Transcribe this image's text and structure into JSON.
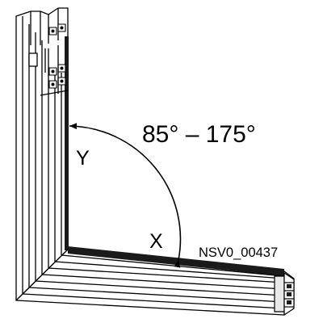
{
  "labels": {
    "angle_range": "85° – 175°",
    "axis_y": "Y",
    "axis_x": "X",
    "drawing_number": "NSV0_00437"
  },
  "colors": {
    "stroke": "#000000",
    "background": "#ffffff",
    "busbar_dark": "#1a1a1a",
    "busbar_light": "#ffffff",
    "busbar_shade": "#e8e8e8"
  }
}
